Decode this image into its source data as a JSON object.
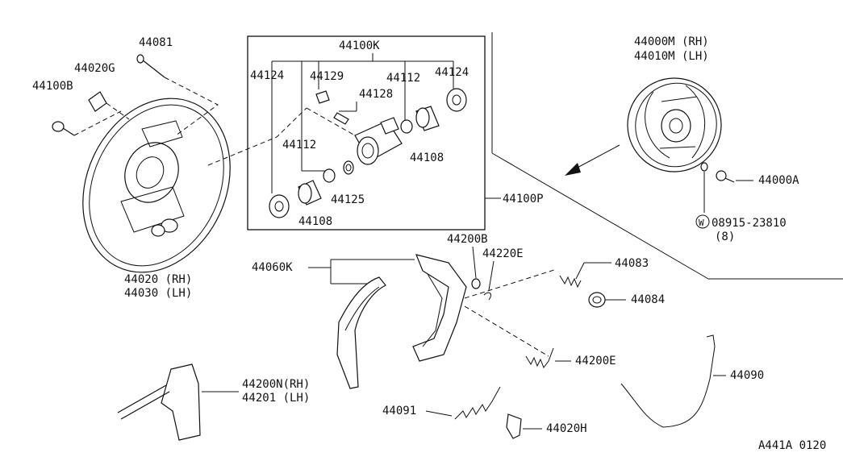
{
  "diagram": {
    "footer_code": "A441A 0120",
    "labels": {
      "p44081": "44081",
      "p44020G": "44020G",
      "p44100B": "44100B",
      "p44020": "44020 (RH)",
      "p44030": "44030 (LH)",
      "p44100K": "44100K",
      "p44124_left": "44124",
      "p44129": "44129",
      "p44112_top": "44112",
      "p44124_right": "44124",
      "p44128": "44128",
      "p44112_mid": "44112",
      "p44108_right": "44108",
      "p44125": "44125",
      "p44108_bottom": "44108",
      "p44100P": "44100P",
      "p44000M": "44000M (RH)",
      "p44010M": "44010M (LH)",
      "p44000A": "44000A",
      "p08915": "08915-23810",
      "p08915_qty": "(8)",
      "washer_symbol": "W",
      "p44060K": "44060K",
      "p44200B": "44200B",
      "p44220E": "44220E",
      "p44083": "44083",
      "p44084": "44084",
      "p44200E": "44200E",
      "p44090": "44090",
      "p44200N": "44200N(RH)",
      "p44201": "44201  (LH)",
      "p44091": "44091",
      "p44020H": "44020H"
    }
  }
}
